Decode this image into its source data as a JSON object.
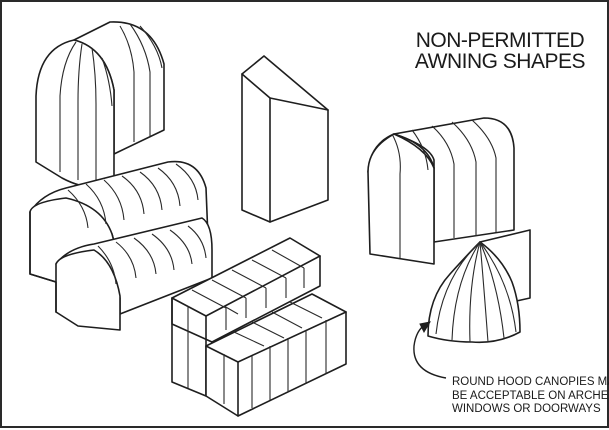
{
  "title": {
    "line1": "NON-PERMITTED",
    "line2": "AWNING SHAPES"
  },
  "note": {
    "line1": "ROUND HOOD CANOPIES MAY",
    "line2": "BE ACCEPTABLE ON ARCHED",
    "line3": "WINDOWS OR DOORWAYS"
  }
}
